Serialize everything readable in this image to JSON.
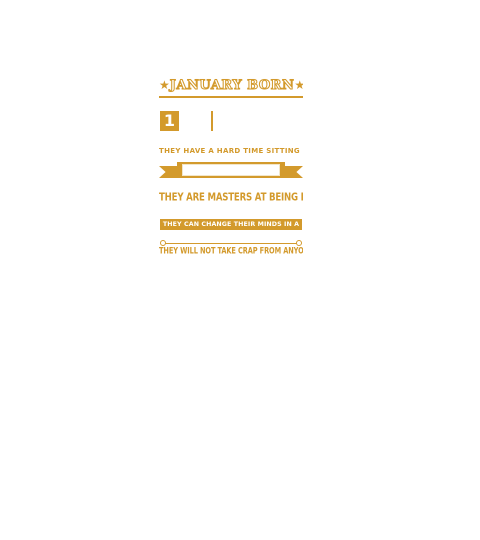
{
  "design": {
    "title": "JANUARY BORN",
    "star_left": "★",
    "star_right": "★",
    "number": "1",
    "sentences": {
      "s1": "THEY HAVE A HARD TIME SITTING STILL",
      "s2": "THEY ARE MASTERS AT BEING RANDOM",
      "s3": "THEY CAN CHANGE THEIR MINDS IN A SECOND",
      "s4": "THEY WILL NOT TAKE CRAP FROM ANYONE"
    },
    "colors": {
      "accent": "#d39a2c",
      "light": "#f2ead7",
      "background": "#ffffff"
    }
  }
}
